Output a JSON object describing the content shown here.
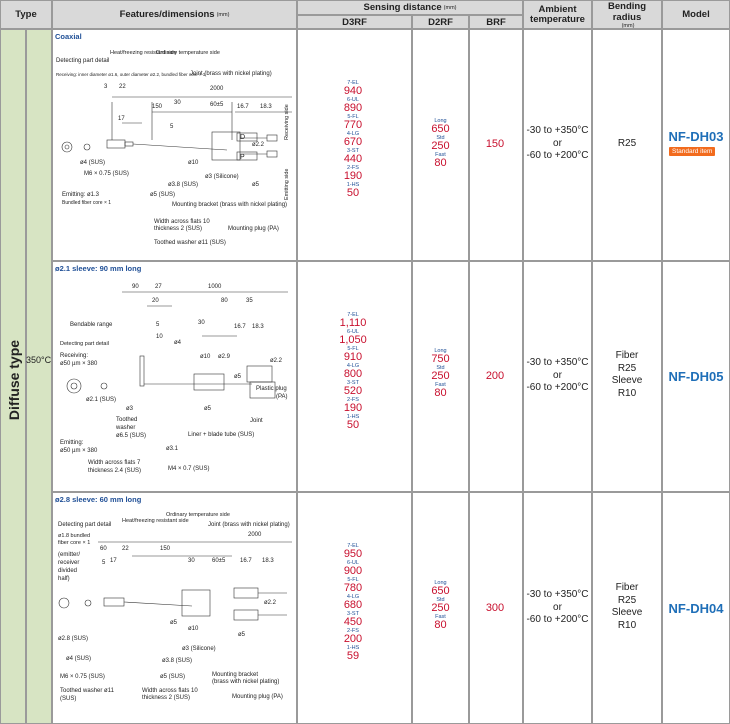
{
  "header": {
    "type": "Type",
    "features": "Features/dimensions",
    "features_unit": "(mm)",
    "sensing": "Sensing distance",
    "sensing_unit": "(mm)",
    "d3rf": "D3RF",
    "d2rf": "D2RF",
    "brf": "BRF",
    "ambient": "Ambient temperature",
    "bending": "Bending radius",
    "bending_unit": "(mm)",
    "model": "Model"
  },
  "type_label": "Diffuse type",
  "temp_label": "350°C",
  "rows": [
    {
      "section_title": "Coaxial",
      "d3rf": [
        {
          "lvl": "7-EL",
          "val": "940"
        },
        {
          "lvl": "6-UL",
          "val": "890"
        },
        {
          "lvl": "5-FL",
          "val": "770"
        },
        {
          "lvl": "4-LG",
          "val": "670"
        },
        {
          "lvl": "3-ST",
          "val": "440"
        },
        {
          "lvl": "2-FS",
          "val": "190"
        },
        {
          "lvl": "1-HS",
          "val": "50"
        }
      ],
      "d2rf": [
        {
          "lvl": "Long",
          "val": "650"
        },
        {
          "lvl": "Std",
          "val": "250"
        },
        {
          "lvl": "Fast",
          "val": "80"
        }
      ],
      "brf": "150",
      "ambient": [
        "-30 to +350°C",
        "or",
        "-60 to +200°C"
      ],
      "bending": [
        "R25"
      ],
      "model": "NF-DH03",
      "badge": "Standard item"
    },
    {
      "section_title": "ø2.1 sleeve: 90 mm long",
      "d3rf": [
        {
          "lvl": "7-EL",
          "val": "1,110"
        },
        {
          "lvl": "6-UL",
          "val": "1,050"
        },
        {
          "lvl": "5-FL",
          "val": "910"
        },
        {
          "lvl": "4-LG",
          "val": "800"
        },
        {
          "lvl": "3-ST",
          "val": "520"
        },
        {
          "lvl": "2-FS",
          "val": "190"
        },
        {
          "lvl": "1-HS",
          "val": "50"
        }
      ],
      "d2rf": [
        {
          "lvl": "Long",
          "val": "750"
        },
        {
          "lvl": "Std",
          "val": "250"
        },
        {
          "lvl": "Fast",
          "val": "80"
        }
      ],
      "brf": "200",
      "ambient": [
        "-30 to +350°C",
        "or",
        "-60 to +200°C"
      ],
      "bending": [
        "Fiber",
        "R25",
        "Sleeve",
        "R10"
      ],
      "model": "NF-DH05",
      "badge": ""
    },
    {
      "section_title": "ø2.8 sleeve: 60 mm long",
      "d3rf": [
        {
          "lvl": "7-EL",
          "val": "950"
        },
        {
          "lvl": "6-UL",
          "val": "900"
        },
        {
          "lvl": "5-FL",
          "val": "780"
        },
        {
          "lvl": "4-LG",
          "val": "680"
        },
        {
          "lvl": "3-ST",
          "val": "450"
        },
        {
          "lvl": "2-FS",
          "val": "200"
        },
        {
          "lvl": "1-HS",
          "val": "59"
        }
      ],
      "d2rf": [
        {
          "lvl": "Long",
          "val": "650"
        },
        {
          "lvl": "Std",
          "val": "250"
        },
        {
          "lvl": "Fast",
          "val": "80"
        }
      ],
      "brf": "300",
      "ambient": [
        "-30 to +350°C",
        "or",
        "-60 to +200°C"
      ],
      "bending": [
        "Fiber",
        "R25",
        "Sleeve",
        "R10"
      ],
      "model": "NF-DH04",
      "badge": ""
    }
  ],
  "diagram1": {
    "detecting": "Detecting part detail",
    "receiving": "Receiving: inner diameter ø1.6, outer diameter ø2.2, bundled fiber core × 1",
    "heat_side": "Heat/freezing resistant side",
    "ordinary_side": "Ordinary temperature side",
    "joint": "Joint (brass with nickel plating)",
    "d_3": "3",
    "d_22": "22",
    "d_2000": "2000",
    "d_150": "150",
    "d_30": "30",
    "d_60": "60±5",
    "d_167": "16.7",
    "d_183": "18.3",
    "d_17": "17",
    "d_5": "5",
    "receiving_side": "Receiving side",
    "emitting_side": "Emitting side",
    "o4": "ø4 (SUS)",
    "m6": "M6 × 0.75 (SUS)",
    "o38": "ø3.8 (SUS)",
    "o5sus": "ø5 (SUS)",
    "o3sil": "ø3 (Silicone)",
    "o10": "ø10",
    "o22": "ø2.2",
    "o5": "ø5",
    "emitting": "Emitting: ø1.3",
    "emitting2": "Bundled fiber core × 1",
    "flats": "Width across flats 10",
    "thick": "thickness 2 (SUS)",
    "bracket": "Mounting bracket (brass with nickel plating)",
    "plug": "Mounting plug (PA)",
    "washer": "Toothed washer ø11 (SUS)",
    "d_mark": "D",
    "p_mark": "P"
  },
  "diagram2": {
    "d_90": "90",
    "d_27": "27",
    "d_1000": "1000",
    "d_20": "20",
    "d_80": "80",
    "d_35": "35",
    "d_30": "30",
    "d_167": "16.7",
    "d_183": "18.3",
    "d_5": "5",
    "d_10": "10",
    "bendable": "Bendable range",
    "detecting": "Detecting part detail",
    "receiving": "Receiving:",
    "receiving2": "ø50 µm × 380",
    "o21": "ø2.1 (SUS)",
    "o3": "ø3",
    "o4": "ø4",
    "o10": "ø10",
    "o29": "ø2.9",
    "o22": "ø2.2",
    "o5": "ø5",
    "o5b": "ø5",
    "washer": "Toothed",
    "washer2": "washer",
    "washer3": "ø6.5 (SUS)",
    "plastic": "Plastic plug",
    "pa": "(PA)",
    "joint": "Joint",
    "o31": "ø3.1",
    "liner": "Liner + blade tube (SUS)",
    "emitting": "Emitting:",
    "emitting2": "ø50 µm × 380",
    "flats": "Width across flats 7",
    "thick": "thickness 2.4 (SUS)",
    "m4": "M4 × 0.7 (SUS)"
  },
  "diagram3": {
    "detecting": "Detecting part detail",
    "bundled": "ø1.8 bundled",
    "bundled2": "fiber core × 1",
    "div1": "(emitter/",
    "div2": "receiver",
    "div3": "divided",
    "div4": "half)",
    "heat_side": "Heat/freezing resistant side",
    "ordinary_side": "Ordinary temperature side",
    "joint": "Joint (brass with nickel plating)",
    "d_60": "60",
    "d_22": "22",
    "d_150": "150",
    "d_2000": "2000",
    "d_5": "5",
    "d_17": "17",
    "d_30": "30",
    "d_605": "60±5",
    "d_167": "16.7",
    "d_183": "18.3",
    "o22": "ø2.2",
    "o5": "ø5",
    "o10": "ø10",
    "o5b": "ø5",
    "o28": "ø2.8 (SUS)",
    "o3sil": "ø3 (Silicone)",
    "o4": "ø4 (SUS)",
    "o38": "ø3.8 (SUS)",
    "m6": "M6 × 0.75 (SUS)",
    "o5sus": "ø5 (SUS)",
    "bracket": "Mounting bracket",
    "bracket2": "(brass with nickel plating)",
    "washer": "Toothed washer ø11",
    "washer2": "(SUS)",
    "flats": "Width across flats 10",
    "thick": "thickness 2 (SUS)",
    "plug": "Mounting plug (PA)"
  }
}
